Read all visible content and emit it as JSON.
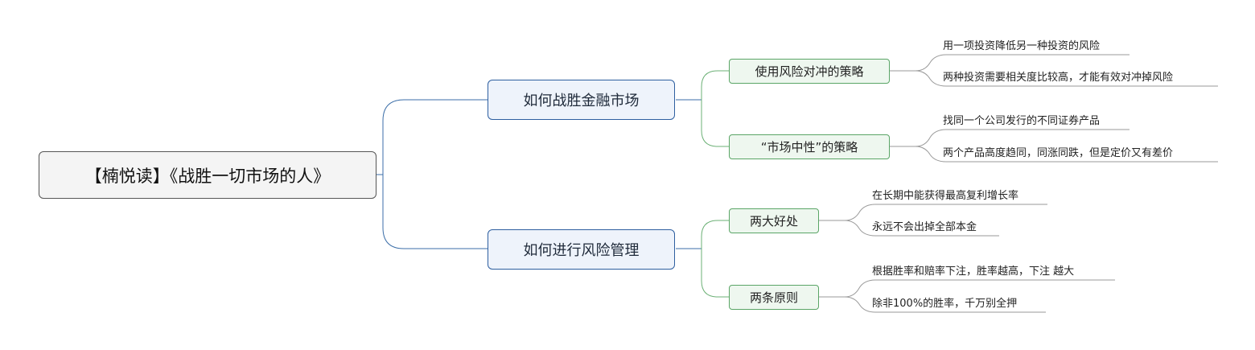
{
  "root": {
    "title": "【楠悦读】《战胜一切市场的人》"
  },
  "branches": [
    {
      "label": "如何战胜金融市场",
      "children": [
        {
          "label": "使用风险对冲的策略",
          "leaves": [
            "用一项投资降低另一种投资的风险",
            "两种投资需要相关度比较高，才能有效对冲掉风险"
          ]
        },
        {
          "label": "“市场中性”的策略",
          "leaves": [
            "找同一个公司发行的不同证券产品",
            "两个产品高度趋同，同涨同跌，但是定价又有差价"
          ]
        }
      ]
    },
    {
      "label": "如何进行风险管理",
      "children": [
        {
          "label": "两大好处",
          "leaves": [
            "在长期中能获得最高复利增长率",
            "永远不会出掉全部本金"
          ]
        },
        {
          "label": "两条原则",
          "leaves": [
            "根据胜率和赔率下注，胜率越高，下注 越大",
            "除非100%的胜率，千万别全押"
          ]
        }
      ]
    }
  ],
  "colors": {
    "main_line": "#3b6ea8",
    "sub_line": "#6bb075",
    "leaf_line": "#9a9a9a"
  }
}
